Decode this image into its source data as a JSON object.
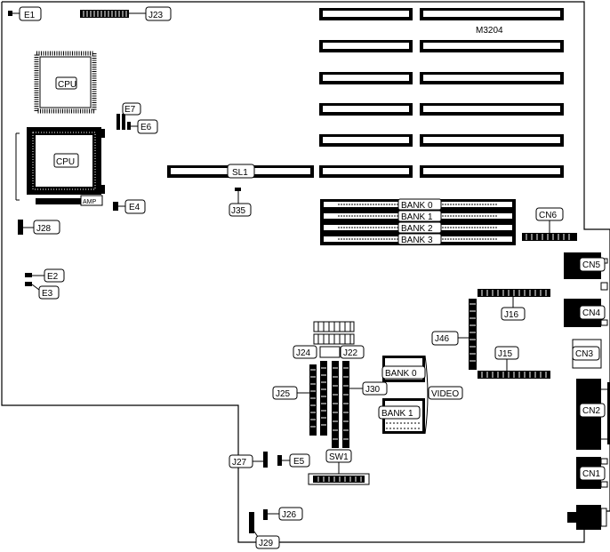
{
  "board": {
    "model": "M3204",
    "labels": {
      "cpu_top": "CPU",
      "cpu_socket": "CPU",
      "amp": "AMP",
      "sl1": "SL1",
      "bank0": "BANK 0",
      "bank1": "BANK 1",
      "bank2": "BANK 2",
      "bank3": "BANK 3",
      "video_bank0": "BANK 0",
      "video_bank1": "BANK 1",
      "video": "VIDEO",
      "sw1": "SW1"
    },
    "jumpers": {
      "e1": "E1",
      "e2": "E2",
      "e3": "E3",
      "e4": "E4",
      "e5": "E5",
      "e6": "E6",
      "e7": "E7",
      "j15": "J15",
      "j16": "J16",
      "j22": "J22",
      "j23": "J23",
      "j24": "J24",
      "j25": "J25",
      "j26": "J26",
      "j27": "J27",
      "j28": "J28",
      "j29": "J29",
      "j30": "J30",
      "j35": "J35",
      "j46": "J46"
    },
    "connectors": {
      "cn1": "CN1",
      "cn2": "CN2",
      "cn3": "CN3",
      "cn4": "CN4",
      "cn5": "CN5",
      "cn6": "CN6"
    }
  }
}
